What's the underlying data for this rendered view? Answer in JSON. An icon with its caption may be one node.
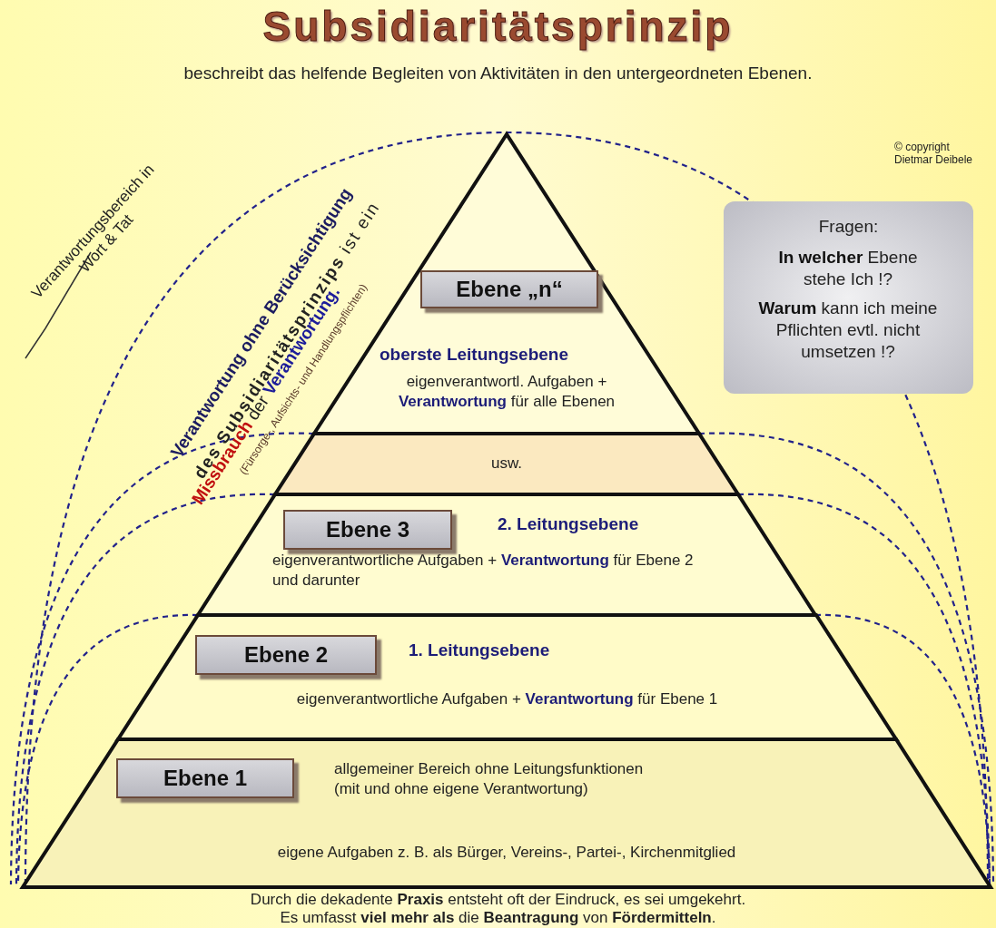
{
  "diagram": {
    "title": "Subsidiaritätsprinzip",
    "nodes": [
      {
        "text": [
          "oberste Leitungsebene",
          "eigenverantwortl. Aufgaben + **Verantwortung** für alle Ebenen"
        ]
      },
      {
        "text": [
          "Ebene „n“"
        ],
        "in": 0
      },
      {
        "text": [
          "usw."
        ]
      },
      {
        "text": [
          "2. Leitungsebene",
          "eigenverantwortliche Aufgaben + **Verantwortung** für Ebene 2 und darunter"
        ]
      },
      {
        "text": [
          "Ebene 3"
        ],
        "in": 3
      },
      {
        "text": [
          "1. Leitungsebene",
          "eigenverantwortliche Aufgaben + **Verantwortung** für Ebene 1"
        ]
      },
      {
        "text": [
          "Ebene 2"
        ],
        "in": 5
      },
      {
        "text": [
          "allgemeiner Bereich ohne Leitungsfunktionen (mit und ohne eigene Verantwortung)",
          "eigene Aufgaben z. B. als Bürger, Vereins-, Partei-, Kirchenmitglied"
        ]
      },
      {
        "text": [
          "Ebene 1"
        ],
        "in": 7
      },
      {
        "text": [
          "Fragen:",
          "**In welcher** Ebene stehe Ich !?",
          "**Warum** kann ich meine Pflichten evtl. nicht umsetzen !?"
        ]
      }
    ],
    "edges": [],
    "labels": [
      "beschreibt das helfende Begleiten von Aktivitäten in den untergeordneten Ebenen.",
      "© copyright Dietmar Deibele",
      "Verantwortungsbereich in Wort & Tat",
      "Verantwortung ohne Berücksichtigung",
      "**des Subsidiaritätsprinzips** ist ein",
      "**Missbrauch** der **Verantwortung.**",
      "(Fürsorge-, Aufsichts- und Handlungspflichten)",
      "Durch die dekadente **Praxis** entsteht oft der Eindruck, es sei umgekehrt.",
      "Es umfasst **viel mehr als** die **Beantragung** von **Fördermitteln**."
    ]
  }
}
